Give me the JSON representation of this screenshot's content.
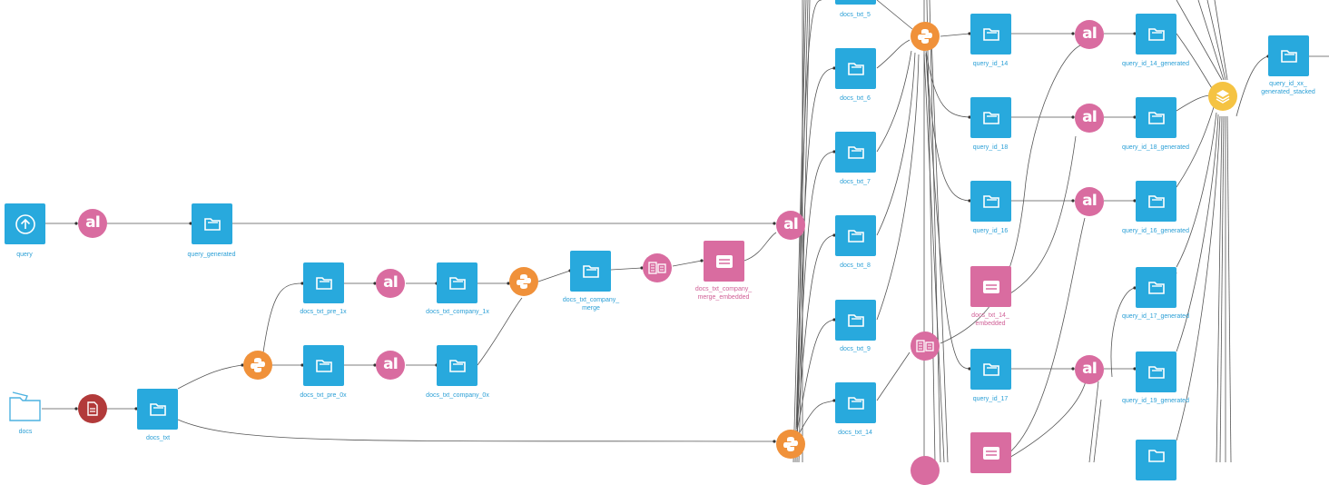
{
  "colors": {
    "dataset": "#28a9dd",
    "llm_recipe": "#d96ca0",
    "python_recipe": "#f0913a",
    "embed_recipe": "#d96ca0",
    "extract_recipe": "#b23a3a",
    "stack_recipe": "#f5c342",
    "edge": "#555555"
  },
  "labels": {
    "query": "query",
    "query_generated": "query_generated",
    "docs": "docs",
    "docs_txt": "docs_txt",
    "docs_txt_pre_1x": "docs_txt_pre_1x",
    "docs_txt_pre_0x": "docs_txt_pre_0x",
    "docs_txt_company_1x": "docs_txt_company_1x",
    "docs_txt_company_0x": "docs_txt_company_0x",
    "docs_txt_company_merge": "docs_txt_company_\nmerge",
    "docs_txt_company_merge_embedded": "docs_txt_company_\nmerge_embedded",
    "docs_txt_5": "docs_txt_5",
    "docs_txt_6": "docs_txt_6",
    "docs_txt_7": "docs_txt_7",
    "docs_txt_8": "docs_txt_8",
    "docs_txt_9": "docs_txt_9",
    "docs_txt_14": "docs_txt_14",
    "docs_txt_14_embedded": "docs_txt_14_\nembedded",
    "query_id_14": "query_id_14",
    "query_id_18": "query_id_18",
    "query_id_16": "query_id_16",
    "query_id_17": "query_id_17",
    "query_id_14_generated": "query_id_14_generated",
    "query_id_18_generated": "query_id_18_generated",
    "query_id_16_generated": "query_id_16_generated",
    "query_id_17_generated": "query_id_17_generated",
    "query_id_19_generated": "query_id_19_generated",
    "query_id_xx_generated_stacked": "query_id_xx_\ngenerated_stacked"
  },
  "icons": {
    "dataset": "folder-icon",
    "upload": "upload-icon",
    "docs_folder": "managed-folder-icon",
    "llm": "llm-recipe-icon",
    "python": "python-icon",
    "embed": "embed-recipe-icon",
    "extract": "extract-text-icon",
    "stack": "stack-icon",
    "knowledge_bank": "knowledge-bank-icon"
  }
}
